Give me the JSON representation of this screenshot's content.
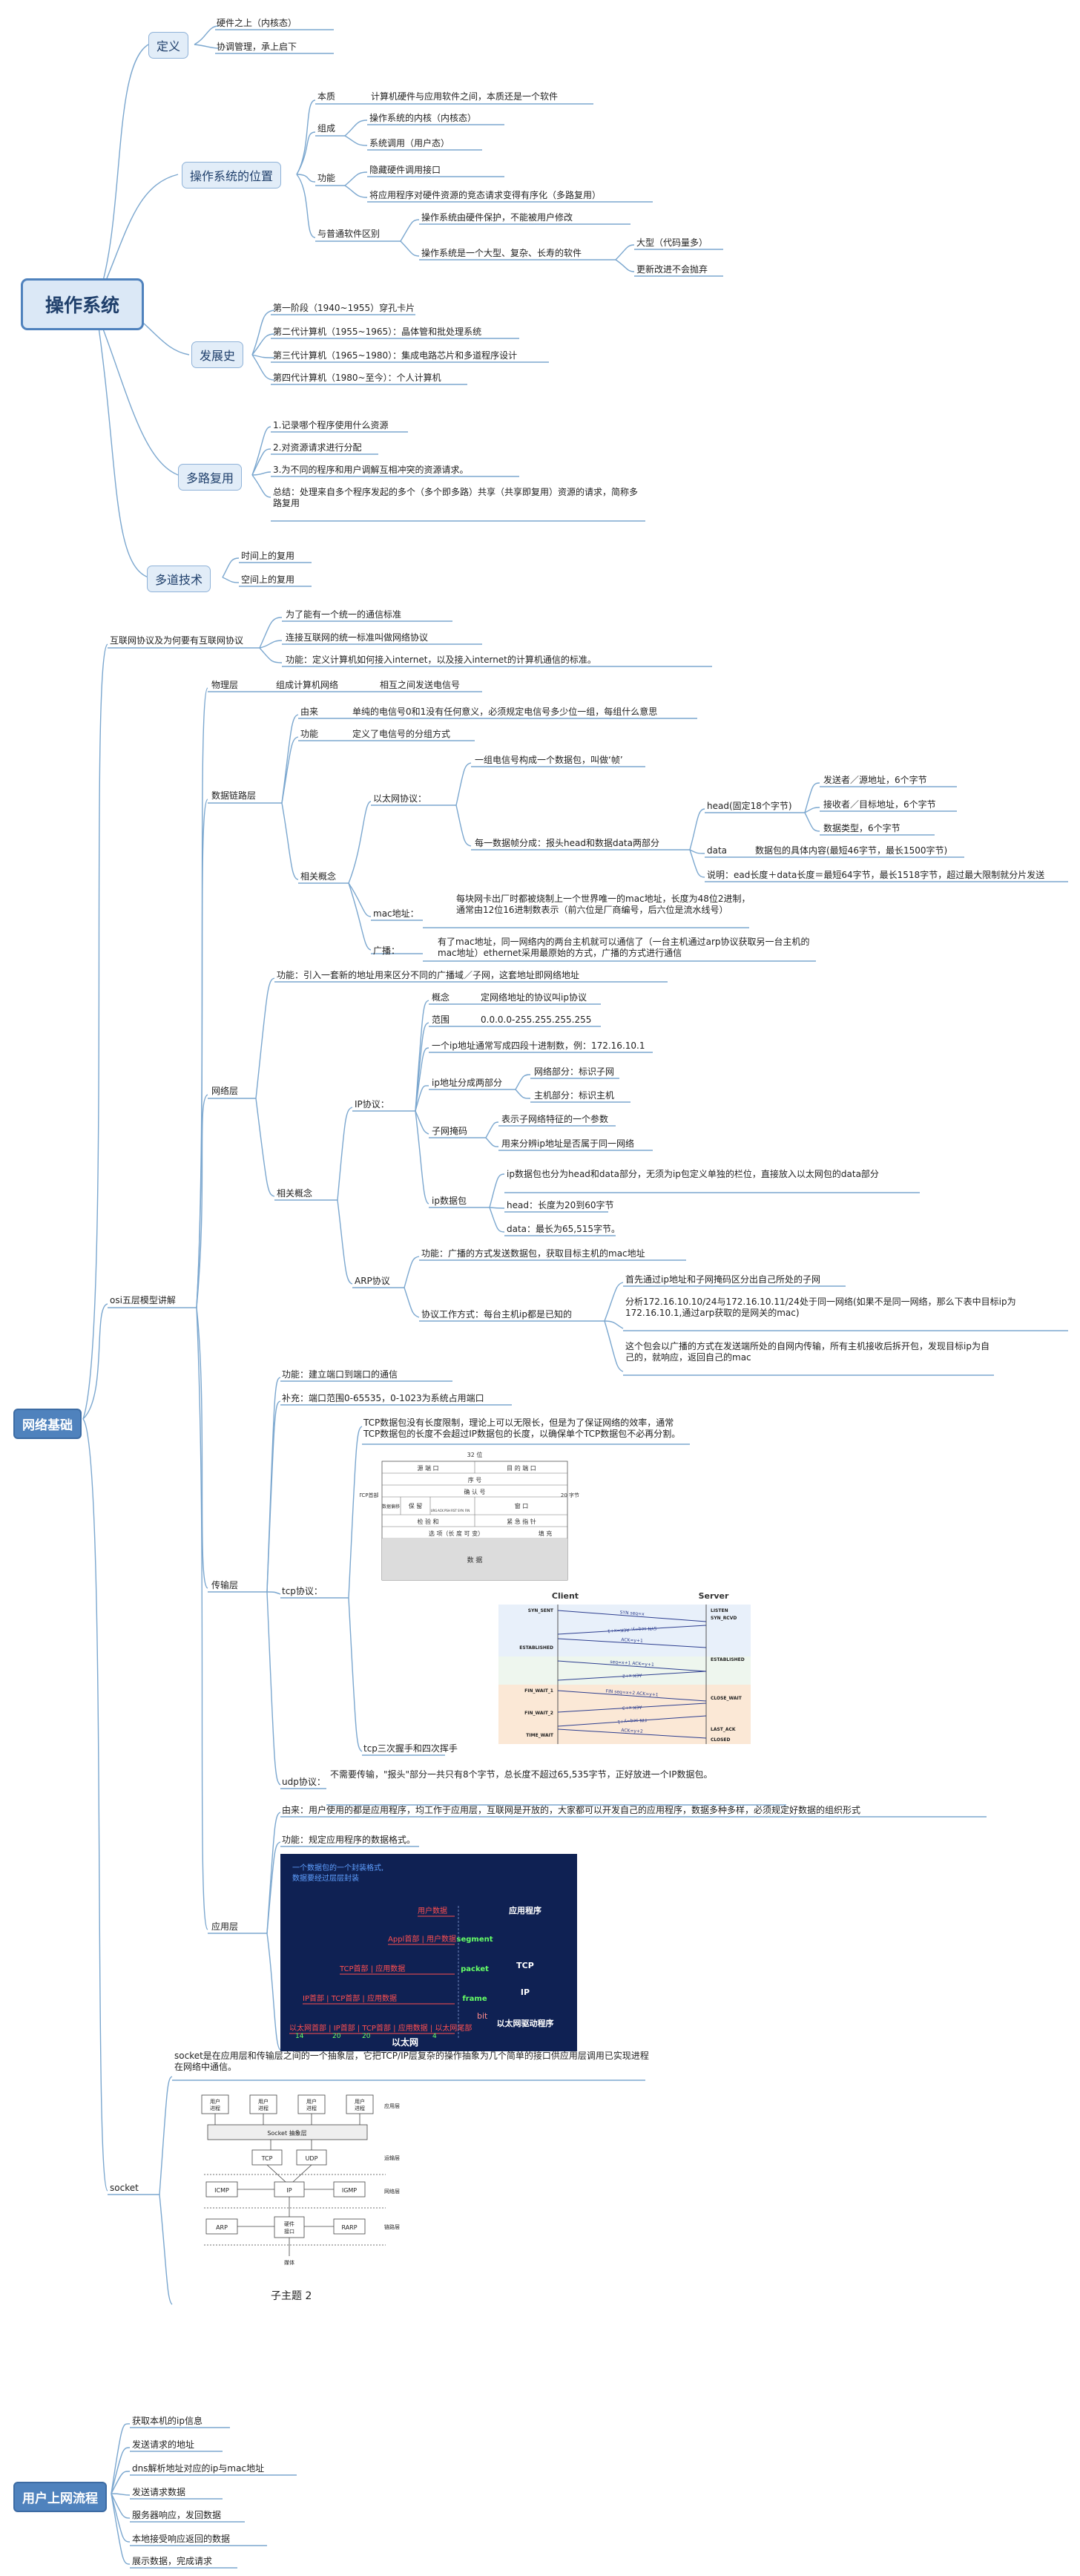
{
  "os": {
    "title": "操作系统",
    "definition": {
      "label": "定义",
      "items": [
        "硬件之上（内核态）",
        "协调管理，承上启下"
      ]
    },
    "position": {
      "label": "操作系统的位置",
      "essence": {
        "label": "本质",
        "text": "计算机硬件与应用软件之间，本质还是一个软件"
      },
      "composition": {
        "label": "组成",
        "items": [
          "操作系统的内核（内核态）",
          "系统调用（用户态）"
        ]
      },
      "function": {
        "label": "功能",
        "items": [
          "隐藏硬件调用接口",
          "将应用程序对硬件资源的竞态请求变得有序化（多路复用）"
        ]
      },
      "difference": {
        "label": "与普通软件区别",
        "item1": "操作系统由硬件保护，不能被用户修改",
        "item2": "操作系统是一个大型、复杂、长寿的软件",
        "sub": [
          "大型（代码量多）",
          "更新改进不会抛弃"
        ]
      }
    },
    "history": {
      "label": "发展史",
      "items": [
        "第一阶段（1940~1955）穿孔卡片",
        "第二代计算机（1955~1965）：晶体管和批处理系统",
        "第三代计算机（1965~1980）：集成电路芯片和多道程序设计",
        "第四代计算机（1980~至今）：个人计算机"
      ]
    },
    "multiplexing": {
      "label": "多路复用",
      "items": [
        "1.记录哪个程序使用什么资源",
        "2.对资源请求进行分配",
        "3.为不同的程序和用户调解互相冲突的资源请求。"
      ],
      "summary": "总结：处理来自多个程序发起的多个（多个即多路）共享（共享即复用）资源的请求，简称多路复用"
    },
    "multiprogramming": {
      "label": "多道技术",
      "items": [
        "时间上的复用",
        "空间上的复用"
      ]
    }
  },
  "net": {
    "title": "网络基础",
    "internet_protocol": {
      "label": "互联网协议及为何要有互联网协议",
      "items": [
        "为了能有一个统一的通信标准",
        "连接互联网的统一标准叫做网络协议",
        "功能：定义计算机如何接入internet，以及接入internet的计算机通信的标准。"
      ]
    },
    "osi": {
      "label": "osi五层模型讲解",
      "physical": {
        "label": "物理层",
        "item": "组成计算机网络",
        "sub": "相互之间发送电信号"
      },
      "datalink": {
        "label": "数据链路层",
        "origin_label": "由来",
        "origin_text": "单纯的电信号0和1没有任何意义，必须规定电信号多少位一组，每组什么意思",
        "func_label": "功能",
        "func_text": "定义了电信号的分组方式",
        "concept_label": "相关概念",
        "ethernet_label": "以太网协议：",
        "eth1": "一组电信号构成一个数据包，叫做‘帧’",
        "eth2": "每一数据帧分成：报头head和数据data两部分",
        "head_label": "head(固定18个字节)",
        "head_items": [
          "发送者／源地址，6个字节",
          "接收者／目标地址，6个字节",
          "数据类型，6个字节"
        ],
        "data_label": "data",
        "data_text": "数据包的具体内容(最短46字节，最长1500字节)",
        "note": "说明：ead长度＋data长度＝最短64字节，最长1518字节，超过最大限制就分片发送",
        "mac_label": "mac地址：",
        "mac_text": "每块网卡出厂时都被烧制上一个世界唯一的mac地址，长度为48位2进制，通常由12位16进制数表示（前六位是厂商编号，后六位是流水线号）",
        "broadcast_label": "广播：",
        "broadcast_text": "有了mac地址，同一网络内的两台主机就可以通信了（一台主机通过arp协议获取另一台主机的mac地址）ethernet采用最原始的方式，广播的方式进行通信"
      },
      "network": {
        "label": "网络层",
        "func": "功能：引入一套新的地址用来区分不同的广播域／子网，这套地址即网络地址",
        "concept_label": "相关概念",
        "ip_label": "IP协议：",
        "concept_k": "概念",
        "concept_v": "定网络地址的协议叫ip协议",
        "range_k": "范围",
        "range_v": "0.0.0.0-255.255.255.255",
        "example": "一个ip地址通常写成四段十进制数，例：172.16.10.1",
        "parts_label": "ip地址分成两部分",
        "parts": [
          "网络部分：标识子网",
          "主机部分：标识主机"
        ],
        "mask_label": "子网掩码",
        "mask_items": [
          "表示子网络特征的一个参数",
          "用来分辨ip地址是否属于同一网络"
        ],
        "packet_label": "ip数据包",
        "packet_items": [
          "ip数据包也分为head和data部分，无须为ip包定义单独的栏位，直接放入以太网包的data部分",
          "head：长度为20到60字节",
          "data：最长为65,515字节。"
        ],
        "arp_label": "ARP协议",
        "arp_func": "功能：广播的方式发送数据包，获取目标主机的mac地址",
        "arp_work_label": "协议工作方式：每台主机ip都是已知的",
        "arp_work": [
          "首先通过ip地址和子网掩码区分出自己所处的子网",
          "分析172.16.10.10/24与172.16.10.11/24处于同一网络(如果不是同一网络，那么下表中目标ip为172.16.10.1,通过arp获取的是网关的mac)",
          "这个包会以广播的方式在发送端所处的自网内传输，所有主机接收后拆开包，发现目标ip为自己的，就响应，返回自己的mac"
        ]
      },
      "transport": {
        "label": "传输层",
        "func": "功能：建立端口到端口的通信",
        "supplement": "补充：端口范围0-65535，0-1023为系统占用端口",
        "tcp_label": "tcp协议：",
        "tcp_text": "TCP数据包没有长度限制，理论上可以无限长，但是为了保证网络的效率，通常TCP数据包的长度不会超过IP数据包的长度，以确保单个TCP数据包不必再分割。",
        "tcp_header": {
          "top": "32 位",
          "src": "源 端 口",
          "dst": "目 的 端 口",
          "seq": "序 号",
          "ack": "确 认 号",
          "off": "数据偏移",
          "res": "保 留",
          "win": "窗 口",
          "chk": "检 验 和",
          "urg": "紧 急 指 针",
          "opt": "选 项（长 度 可 变）",
          "fill": "填 充",
          "data": "数 据",
          "side": "TCP首部",
          "bytes": "20 字节",
          "flags": [
            "URG",
            "ACK",
            "PSH",
            "RST",
            "SYN",
            "FIN"
          ]
        },
        "handshake_diagram": {
          "client": "Client",
          "server": "Server",
          "c_states": [
            "SYN_SENT",
            "ESTABLISHED",
            "FIN_WAIT_1",
            "FIN_WAIT_2",
            "TIME_WAIT"
          ],
          "s_states": [
            "LISTEN",
            "SYN_RCVD",
            "ESTABLISHED",
            "CLOSE_WAIT",
            "LAST_ACK",
            "CLOSED"
          ],
          "msgs": [
            "SYN seq=x",
            "SYN seq=y, ACK=x+1",
            "ACK=y+1",
            "seq=x+1 ACK=y+1",
            "ACK x+2",
            "FIN seq=x+2 ACK=y+1",
            "ACK x+3",
            "FIN seq=y+1",
            "ACK=y+2"
          ]
        },
        "handshake": "tcp三次握手和四次挥手",
        "udp_label": "udp协议：",
        "udp_text": "不需要传输，\"报头\"部分一共只有8个字节，总长度不超过65,535字节，正好放进一个IP数据包。"
      },
      "application": {
        "label": "应用层",
        "origin": "由来：用户使用的都是应用程序，均工作于应用层，互联网是开放的，大家都可以开发自己的应用程序，数据多种多样，必须规定好数据的组织形式",
        "func": "功能：规定应用程序的数据格式。",
        "diagram": {
          "note": "一个数据包的一个封装格式,\n数据要经过层层封装",
          "rows": [
            "用户数据",
            "Appl首部 | 用户数据",
            "TCP首部 | 应用数据",
            "IP首部 | TCP首部 | 应用数据",
            "以太网首部 | IP首部 | TCP首部 | 应用数据 | 以太网尾部"
          ],
          "nums": [
            "14",
            "20",
            "20",
            "4"
          ],
          "right": [
            "应用程序",
            "TCP",
            "IP",
            "以太网驱动程序"
          ],
          "unit": [
            "segment",
            "packet",
            "frame"
          ],
          "lan": "以太网",
          "bit": "bit"
        }
      }
    },
    "socket": {
      "label": "socket",
      "text": "socket是在应用层和传输层之间的一个抽象层，它把TCP/IP层复杂的操作抽象为几个简单的接口供应用层调用已实现进程在网络中通信。",
      "diagram": {
        "procs": [
          "用户\n进程",
          "用户\n进程",
          "用户\n进程",
          "用户\n进程"
        ],
        "app": "应用层",
        "abs": "Socket 抽象层",
        "tcp": "TCP",
        "udp": "UDP",
        "trans": "运输层",
        "icmp": "ICMP",
        "ip": "IP",
        "igmp": "IGMP",
        "netl": "网络层",
        "arp": "ARP",
        "hw": "硬件\n接口",
        "rarp": "RARP",
        "link": "链路层",
        "media": "媒体"
      },
      "caption": "子主题 2"
    }
  },
  "flow": {
    "title": "用户上网流程",
    "items": [
      "获取本机的ip信息",
      "发送请求的地址",
      "dns解析地址对应的ip与mac地址",
      "发送请求数据",
      "服务器响应，发回数据",
      "本地接受响应返回的数据",
      "展示数据，完成请求"
    ]
  }
}
